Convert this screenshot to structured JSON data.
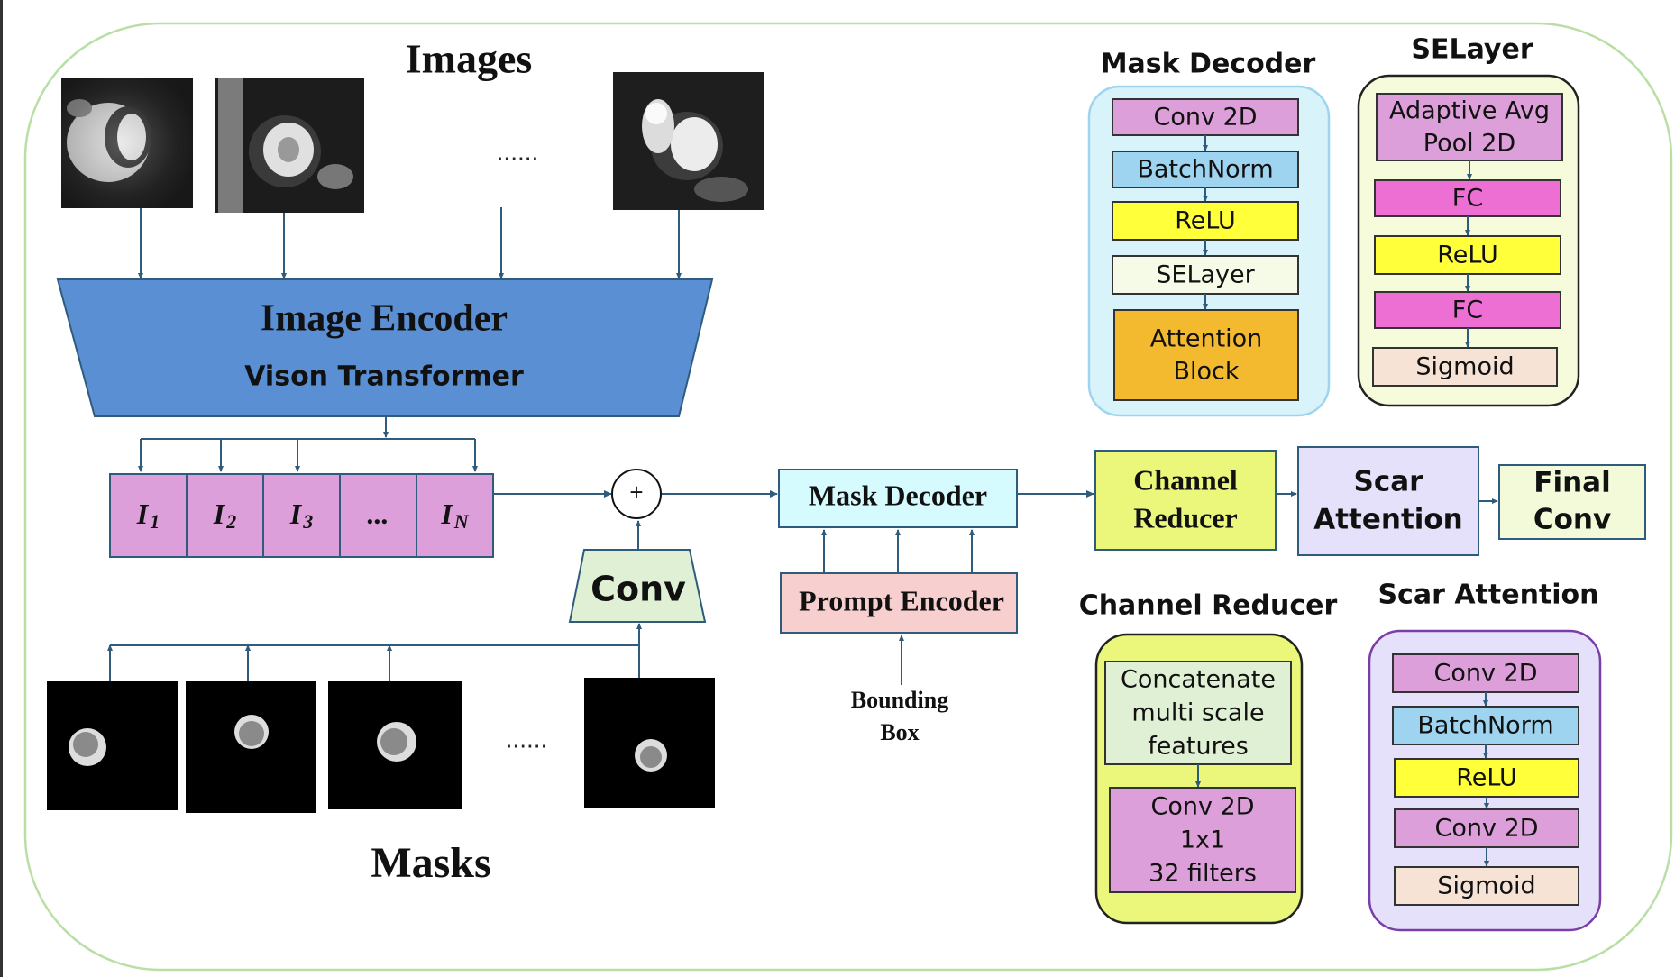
{
  "colors": {
    "frame": "#b9dfa6",
    "arrow": "#2f5b7c",
    "encoder": "#5b8fd4",
    "token": "#dd9fd9",
    "conv_green": "#e0f0d5",
    "mask_decoder_fill": "#d6fbff",
    "prompt_fill": "#f7cfcf",
    "channel_reducer_fill": "#eaf77a",
    "scar_fill": "#e6e1fa",
    "final_fill": "#f3fad9",
    "conv2d": "#dd9fd9",
    "batchnorm": "#9ed4ef",
    "relu": "#ffff3a",
    "selayer_row": "#f6fbe7",
    "attention_block": "#f3b92f",
    "fc": "#ee6fd3",
    "sigmoid": "#f7e2d6"
  },
  "images_title": "Images",
  "images_dots": "......",
  "masks_title": "Masks",
  "masks_dots": "......",
  "encoder": {
    "title": "Image Encoder",
    "subtitle": "Vison Transformer"
  },
  "tokens": [
    {
      "base": "I",
      "sub": "1"
    },
    {
      "base": "I",
      "sub": "2"
    },
    {
      "base": "I",
      "sub": "3"
    },
    {
      "base": "...",
      "sub": ""
    },
    {
      "base": "I",
      "sub": "N"
    }
  ],
  "plus_symbol": "+",
  "conv_label": "Conv",
  "mask_decoder_label": "Mask Decoder",
  "prompt_encoder_label": "Prompt Encoder",
  "bounding_box_label": [
    "Bounding",
    "Box"
  ],
  "channel_reducer_label": [
    "Channel",
    "Reducer"
  ],
  "scar_attention_label": [
    "Scar",
    "Attention"
  ],
  "final_conv_label": [
    "Final",
    "Conv"
  ],
  "panel_mask_decoder": {
    "title": "Mask Decoder",
    "layers": [
      "Conv 2D",
      "BatchNorm",
      "ReLU",
      "SELayer",
      [
        "Attention",
        "Block"
      ]
    ]
  },
  "panel_selayer": {
    "title": "SELayer",
    "layers": [
      [
        "Adaptive Avg",
        "Pool 2D"
      ],
      "FC",
      "ReLU",
      "FC",
      "Sigmoid"
    ]
  },
  "panel_channel_reducer": {
    "title": "Channel Reducer",
    "layers": [
      [
        "Concatenate",
        "multi scale",
        "features"
      ],
      [
        "Conv 2D",
        "1x1",
        "32 filters"
      ]
    ]
  },
  "panel_scar_attention": {
    "title": "Scar Attention",
    "layers": [
      "Conv 2D",
      "BatchNorm",
      "ReLU",
      "Conv 2D",
      "Sigmoid"
    ]
  }
}
